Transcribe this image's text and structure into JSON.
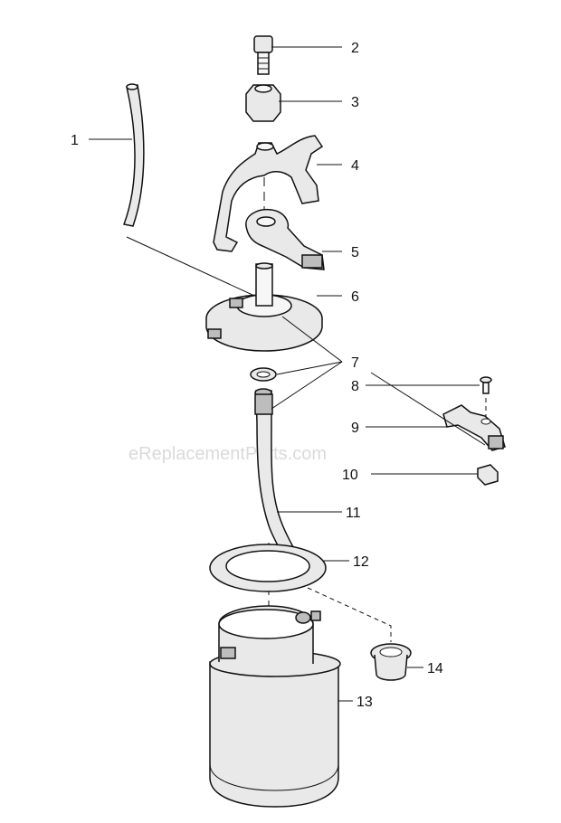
{
  "diagram": {
    "watermark": "eReplacementParts.com",
    "callouts": [
      {
        "id": "1",
        "label": "1"
      },
      {
        "id": "2",
        "label": "2"
      },
      {
        "id": "3",
        "label": "3"
      },
      {
        "id": "4",
        "label": "4"
      },
      {
        "id": "5",
        "label": "5"
      },
      {
        "id": "6",
        "label": "6"
      },
      {
        "id": "7",
        "label": "7"
      },
      {
        "id": "8",
        "label": "8"
      },
      {
        "id": "9",
        "label": "9"
      },
      {
        "id": "10",
        "label": "10"
      },
      {
        "id": "11",
        "label": "11"
      },
      {
        "id": "12",
        "label": "12"
      },
      {
        "id": "13",
        "label": "13"
      },
      {
        "id": "14",
        "label": "14"
      }
    ]
  }
}
